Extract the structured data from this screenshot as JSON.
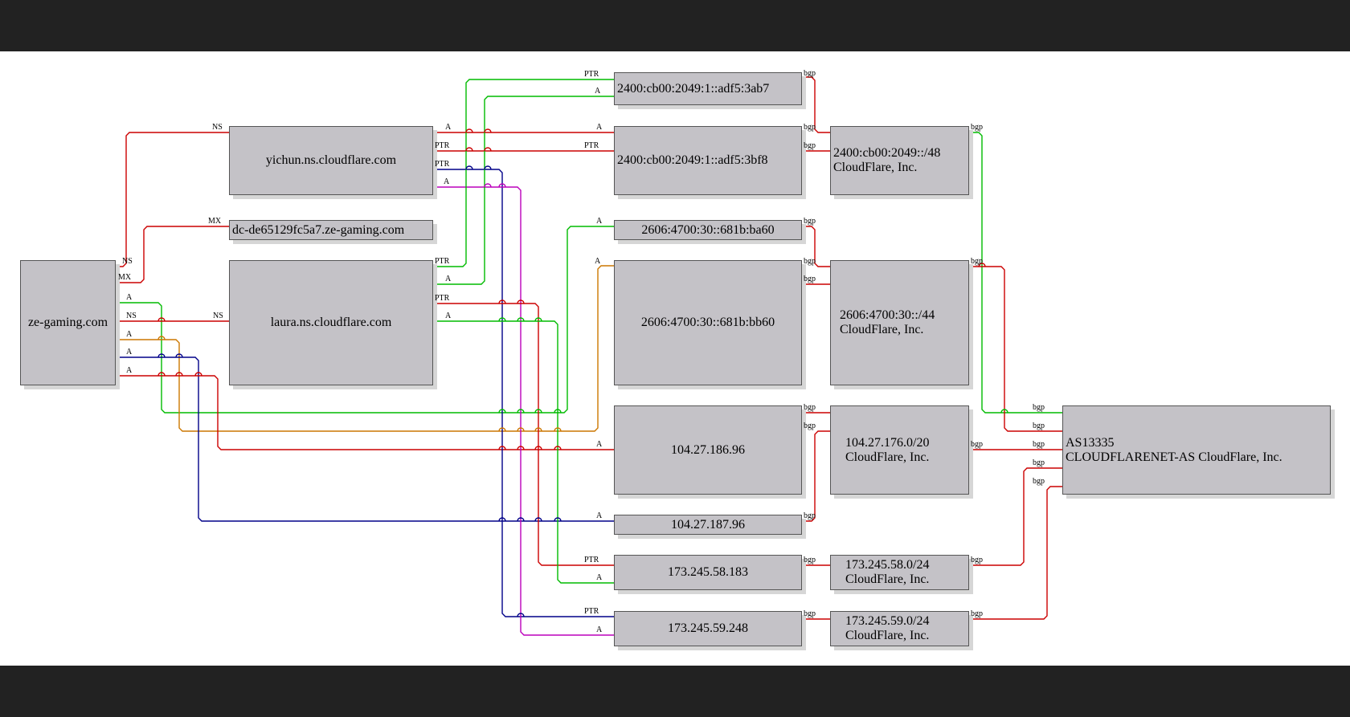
{
  "nodes": {
    "ze": "ze-gaming.com",
    "yichun": "yichun.ns.cloudflare.com",
    "dc": "dc-de65129fc5a7.ze-gaming.com",
    "laura": "laura.ns.cloudflare.com",
    "ip6_3ab7": "2400:cb00:2049:1::adf5:3ab7",
    "ip6_3bf8": "2400:cb00:2049:1::adf5:3bf8",
    "net6_2400_l1": "2400:cb00:2049::/48",
    "net6_2400_l2": "CloudFlare, Inc.",
    "ip6_ba60": "2606:4700:30::681b:ba60",
    "ip6_bb60": "2606:4700:30::681b:bb60",
    "net6_2606_l1": "2606:4700:30::/44",
    "net6_2606_l2": "CloudFlare, Inc.",
    "ip4_186": "104.27.186.96",
    "ip4_187": "104.27.187.96",
    "net_104_l1": "104.27.176.0/20",
    "net_104_l2": "CloudFlare, Inc.",
    "ip4_58": "173.245.58.183",
    "net_58_l1": "173.245.58.0/24",
    "net_58_l2": "CloudFlare, Inc.",
    "ip4_59": "173.245.59.248",
    "net_59_l1": "173.245.59.0/24",
    "net_59_l2": "CloudFlare, Inc.",
    "as_l1": "AS13335",
    "as_l2": "CLOUDFLARENET-AS CloudFlare, Inc."
  },
  "edge_types": {
    "ns": "NS",
    "mx": "MX",
    "a": "A",
    "ptr": "PTR",
    "bgp": "bgp"
  },
  "colors": {
    "red": "#cc0000",
    "green": "#00bb00",
    "orange": "#cc7700",
    "navy": "#000088",
    "magenta": "#bb00bb",
    "node_fill": "#c4c2c7"
  }
}
